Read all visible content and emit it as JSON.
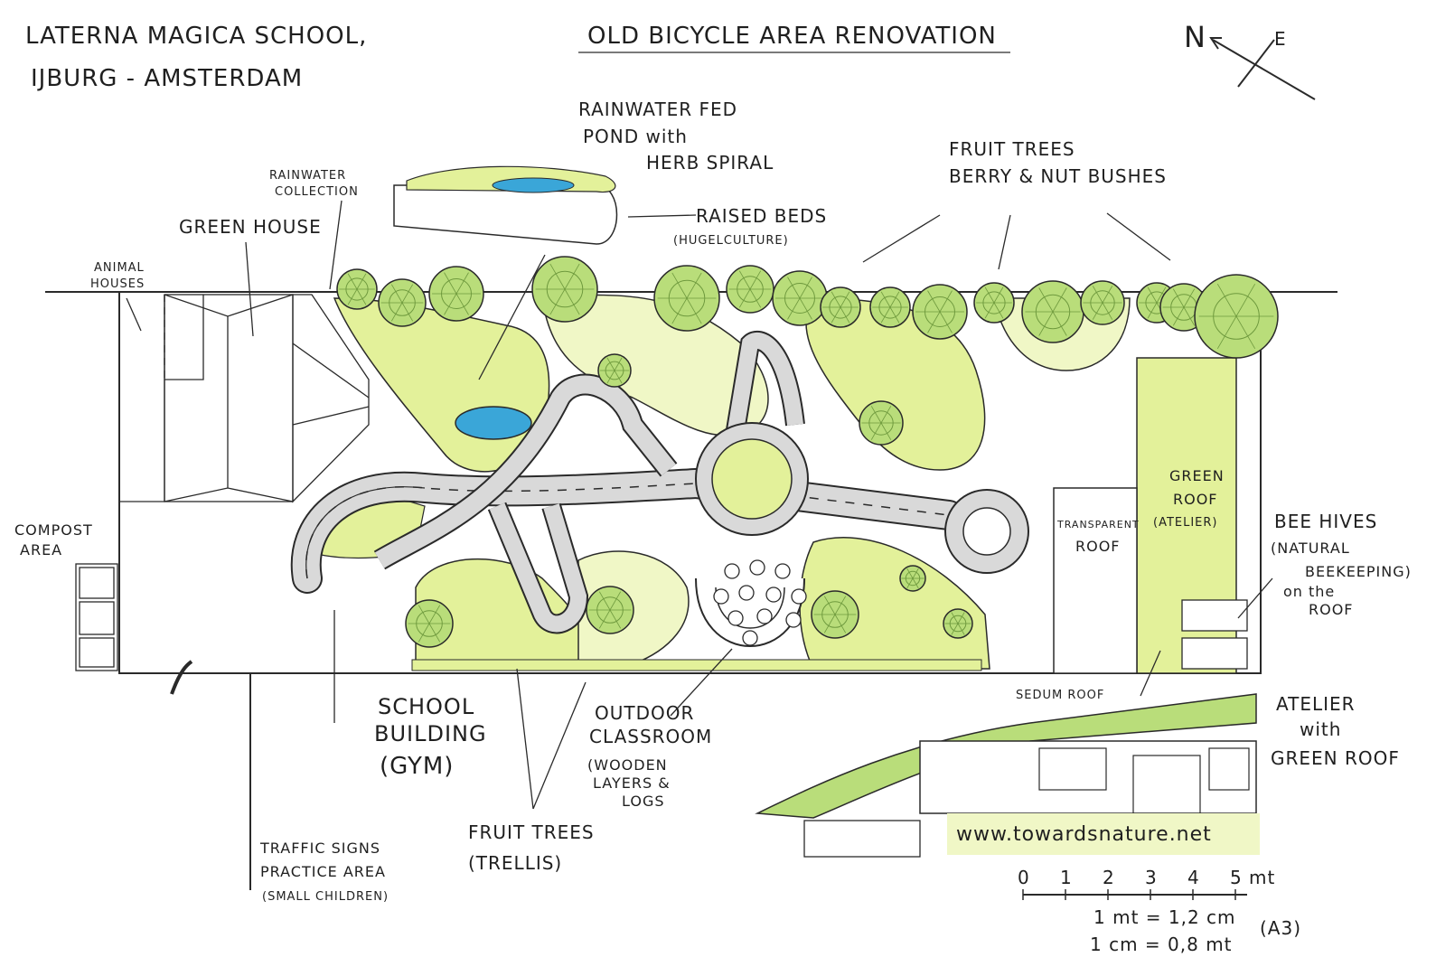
{
  "header": {
    "school_line1": "LATERNA MAGICA SCHOOL,",
    "school_line2": "IJBURG - AMSTERDAM",
    "title": "OLD BICYCLE AREA RENOVATION"
  },
  "compass": {
    "north": "N",
    "east": "E"
  },
  "labels": {
    "pond_line1": "RAINWATER FED",
    "pond_line2": "POND with",
    "pond_line3": "HERB SPIRAL",
    "fruit_trees_line1": "FRUIT TREES",
    "fruit_trees_line2": "BERRY & NUT BUSHES",
    "rainwater_line1": "RAINWATER",
    "rainwater_line2": "COLLECTION",
    "green_house": "GREEN HOUSE",
    "raised_beds_line1": "RAISED BEDS",
    "raised_beds_line2": "(HUGELCULTURE)",
    "animal_line1": "ANIMAL",
    "animal_line2": "HOUSES",
    "compost_line1": "COMPOST",
    "compost_line2": "AREA",
    "green_roof_line1": "GREEN",
    "green_roof_line2": "ROOF",
    "green_roof_line3": "(ATELIER)",
    "transparent_line1": "TRANSPARENT",
    "transparent_line2": "ROOF",
    "bee_line1": "BEE HIVES",
    "bee_line2": "(NATURAL",
    "bee_line3": "BEEKEEPING)",
    "bee_line4": "on the",
    "bee_line5": "ROOF",
    "sedum_roof": "SEDUM ROOF",
    "atelier_line1": "ATELIER",
    "atelier_line2": "with",
    "atelier_line3": "GREEN ROOF",
    "school_bld_line1": "SCHOOL",
    "school_bld_line2": "BUILDING",
    "school_bld_line3": "(GYM)",
    "classroom_line1": "OUTDOOR",
    "classroom_line2": "CLASSROOM",
    "classroom_line3": "(WOODEN",
    "classroom_line4": "LAYERS &",
    "classroom_line5": "LOGS",
    "trellis_line1": "FRUIT TREES",
    "trellis_line2": "(TRELLIS)",
    "traffic_line1": "TRAFFIC SIGNS",
    "traffic_line2": "PRACTICE AREA",
    "traffic_line3": "(SMALL CHILDREN)",
    "website": "www.towardsnature.net"
  },
  "scale": {
    "ticks": [
      "0",
      "1",
      "2",
      "3",
      "4",
      "5"
    ],
    "unit": "mt",
    "line1": "1 mt = 1,2 cm",
    "line2": "1 cm = 0,8 mt",
    "paper": "(A3)"
  },
  "colors": {
    "ink": "#2a2a2a",
    "lime": "#e3f19a",
    "light_green": "#f0f7c6",
    "tree_green": "#b9dd7a",
    "tree_dark": "#6f9a3e",
    "pond_blue": "#3aa6d8",
    "path_grey": "#d9d9d9"
  }
}
